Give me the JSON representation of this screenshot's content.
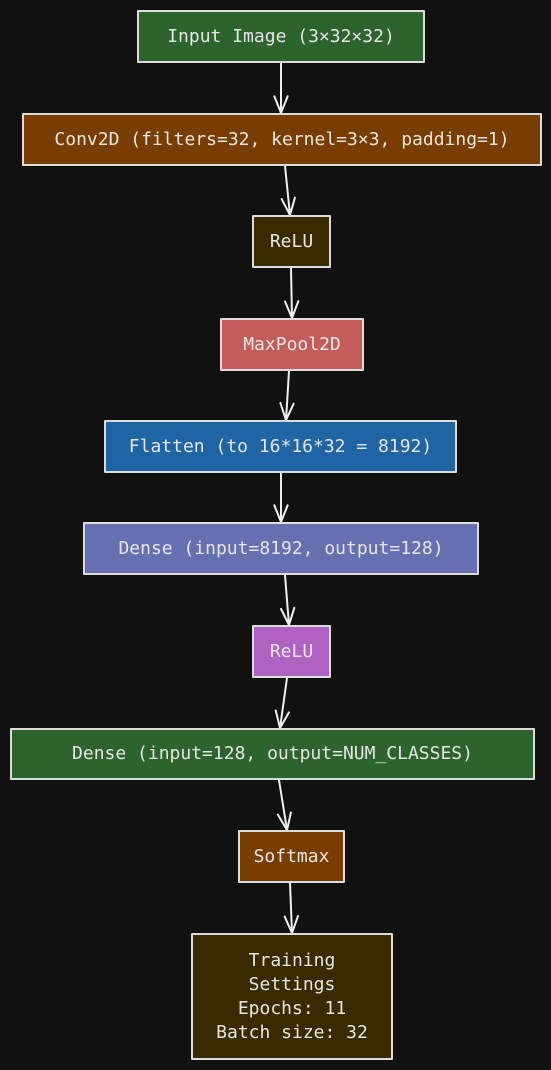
{
  "nodes": [
    {
      "id": "input",
      "label": "Input Image (3×32×32)",
      "color": "#2d632d"
    },
    {
      "id": "conv",
      "label": "Conv2D (filters=32, kernel=3×3, padding=1)",
      "color": "#7a3d00"
    },
    {
      "id": "relu1",
      "label": "ReLU",
      "color": "#3a2a00"
    },
    {
      "id": "pool",
      "label": "MaxPool2D",
      "color": "#c45c5c"
    },
    {
      "id": "flatten",
      "label": "Flatten (to 16*16*32 = 8192)",
      "color": "#1f64a3"
    },
    {
      "id": "dense1",
      "label": "Dense (input=8192, output=128)",
      "color": "#6670b0"
    },
    {
      "id": "relu2",
      "label": "ReLU",
      "color": "#b062c2"
    },
    {
      "id": "dense2",
      "label": "Dense (input=128, output=NUM_CLASSES)",
      "color": "#2d632d"
    },
    {
      "id": "softmax",
      "label": "Softmax",
      "color": "#7a3d00"
    },
    {
      "id": "settings",
      "lines": [
        "Training",
        "Settings",
        "Epochs: 11",
        "Batch size: 32"
      ],
      "color": "#3a2a00"
    }
  ],
  "edges": [
    [
      "input",
      "conv"
    ],
    [
      "conv",
      "relu1"
    ],
    [
      "relu1",
      "pool"
    ],
    [
      "pool",
      "flatten"
    ],
    [
      "flatten",
      "dense1"
    ],
    [
      "dense1",
      "relu2"
    ],
    [
      "relu2",
      "dense2"
    ],
    [
      "dense2",
      "softmax"
    ],
    [
      "softmax",
      "settings"
    ]
  ]
}
